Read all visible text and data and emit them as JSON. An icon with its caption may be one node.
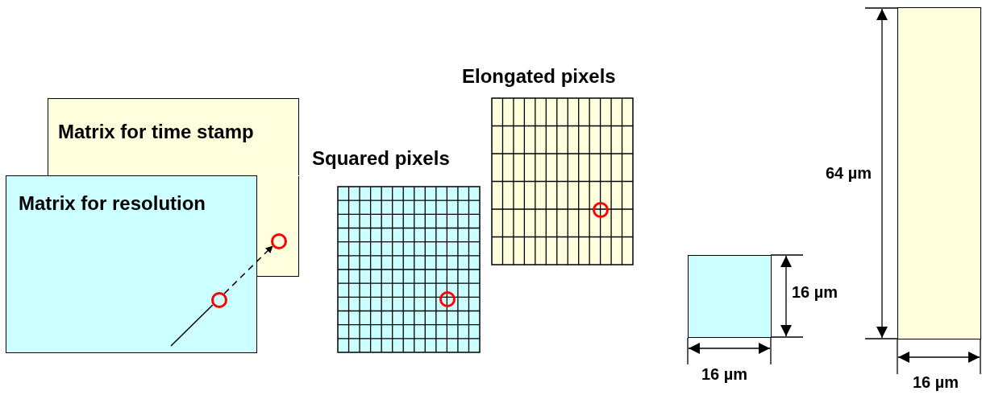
{
  "diagram": {
    "nodes": [
      {
        "text": [
          "Matrix for time stamp"
        ]
      },
      {
        "text": [
          "Matrix for resolution"
        ]
      },
      {
        "text": [],
        "shape": "circle",
        "in": 1
      },
      {
        "text": [],
        "shape": "circle",
        "in": 0
      },
      {
        "text": [
          "Squared pixels"
        ]
      },
      {
        "text": [],
        "shape": "circle",
        "in": 4
      },
      {
        "text": [
          "Elongated pixels"
        ]
      },
      {
        "text": [],
        "shape": "circle",
        "in": 6
      },
      {
        "text": [],
        "shape": "box"
      },
      {
        "text": [],
        "shape": "box"
      }
    ],
    "edges": [
      {
        "from": null,
        "to": 2,
        "arrow": "none"
      },
      {
        "from": 2,
        "to": 3,
        "arrow": "to",
        "style": "dashed"
      }
    ],
    "labels": [
      "64 µm",
      "16 µm",
      "16 µm",
      "16 µm"
    ]
  }
}
